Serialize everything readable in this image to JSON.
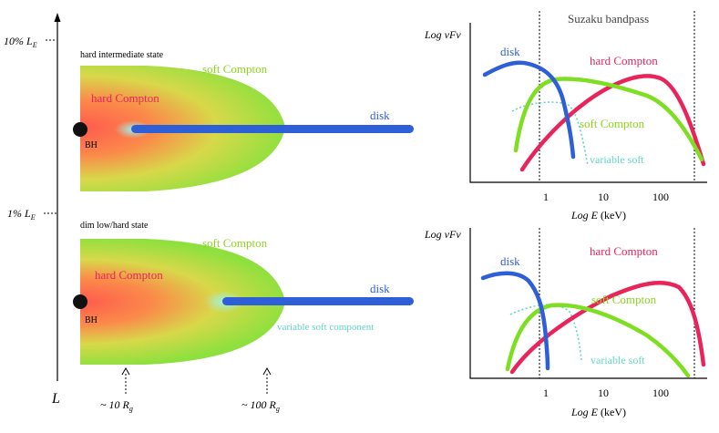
{
  "left_panel": {
    "axis": {
      "label": "L",
      "ticks": [
        {
          "pre": "10% ",
          "sub_main": "L",
          "sub": "E"
        },
        {
          "pre": "1% ",
          "sub_main": "L",
          "sub": "E"
        }
      ]
    },
    "top_state": {
      "title": "hard intermediate state",
      "soft_compton": "soft Compton",
      "hard_compton": "hard Compton",
      "disk": "disk",
      "bh": "BH"
    },
    "bottom_state": {
      "title": "dim low/hard state",
      "soft_compton": "soft Compton",
      "hard_compton": "hard Compton",
      "disk": "disk",
      "bh": "BH",
      "variable_soft": "variable soft component"
    },
    "radius_markers": [
      {
        "tilde": "~ 10 ",
        "R": "R",
        "sub": "g"
      },
      {
        "tilde": "~ 100 ",
        "R": "R",
        "sub": "g"
      }
    ]
  },
  "right_panels": {
    "bandpass_label": "Suzaku bandpass",
    "top": {
      "ylabel": "Log vFv",
      "xlabel_main": "Log E",
      "xlabel_unit": " (keV)",
      "ticks": [
        "1",
        "10",
        "100"
      ],
      "labels": {
        "disk": "disk",
        "hard_compton": "hard Compton",
        "soft_compton": "soft Compton",
        "variable_soft": "variable soft"
      }
    },
    "bottom": {
      "ylabel": "Log vFv",
      "xlabel_main": "Log E",
      "xlabel_unit": " (keV)",
      "ticks": [
        "1",
        "10",
        "100"
      ],
      "labels": {
        "disk": "disk",
        "hard_compton": "hard Compton",
        "soft_compton": "soft Compton",
        "variable_soft": "variable soft"
      }
    }
  },
  "colors": {
    "disk": "#2e5fd6",
    "hard_compton": "#e8245a",
    "soft_compton": "#7dde22",
    "variable_soft": "#5fd6c6",
    "soft_compton_label": "#8cd61e",
    "axis": "#000000"
  }
}
